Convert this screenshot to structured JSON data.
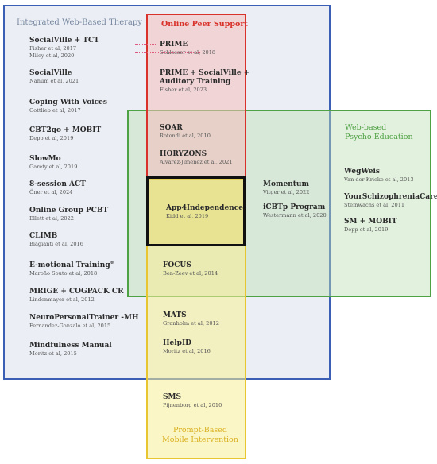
{
  "regions": {
    "blue": {
      "title": "Integrated Web-Based Therapy",
      "color": "#3a5fb5"
    },
    "red": {
      "title": "Online Peer Support",
      "color": "#d8322a"
    },
    "green": {
      "title_line1": "Web-based",
      "title_line2": "Psycho-Education",
      "color": "#4ea243"
    },
    "yellow": {
      "title_line1": "Prompt-Based",
      "title_line2": "Mobile Intervention",
      "color": "#e8c632"
    },
    "overlap": {
      "color": "#111111"
    }
  },
  "items": {
    "socialville_tct": {
      "name": "SocialVille + TCT",
      "cite1": "Fisher et al, 2017",
      "cite2": "Miley et al, 2020"
    },
    "socialville": {
      "name": "SocialVille",
      "cite1": "Nahum et al, 2021"
    },
    "coping": {
      "name": "Coping With Voices",
      "cite1": "Gottlieb et al, 2017"
    },
    "cbt2go": {
      "name": "CBT2go + MOBIT",
      "cite1": "Depp et al, 2019"
    },
    "slowmo": {
      "name": "SlowMo",
      "cite1": "Garety et al, 2019"
    },
    "session_act": {
      "name": "8-session ACT",
      "cite1": "Öner et al, 2024"
    },
    "online_pcbt": {
      "name": "Online Group PCBT",
      "cite1": "Ellett et al, 2022"
    },
    "climb": {
      "name": "CLIMB",
      "cite1": "Biagianti et al, 2016"
    },
    "emotional": {
      "name": "E-motional Training",
      "sup": "®",
      "cite1": "Maroño Souto et al, 2018"
    },
    "mrige": {
      "name": "MRIGE + COGPACK CR",
      "cite1": "Lindenmayer et al, 2012"
    },
    "neuro": {
      "name": "NeuroPersonalTrainer -MH",
      "cite1": "Fernandez-Gonzalo et al, 2015"
    },
    "mindfulness": {
      "name": "Mindfulness Manual",
      "cite1": "Moritz et al, 2015"
    },
    "prime": {
      "name": "PRIME",
      "cite1": "Schlosser et al, 2018"
    },
    "prime_sv": {
      "name_line1": "PRIME + SocialVille +",
      "name_line2": "Auditory Training",
      "cite1": "Fisher et al, 2023"
    },
    "soar": {
      "name": "SOAR",
      "cite1": "Rotondi et al, 2010"
    },
    "horyzons": {
      "name": "HORYZONS",
      "cite1": "Alvarez-Jimenez et al, 2021"
    },
    "app4": {
      "name": "App4Independence",
      "cite1": "Kidd et al, 2019"
    },
    "momentum": {
      "name": "Momentum",
      "cite1": "Vitger et al, 2022"
    },
    "icbtp": {
      "name": "iCBTp Program",
      "cite1": "Westermann et al, 2020"
    },
    "wegweis": {
      "name": "WegWeis",
      "cite1": "Van der Krieke et al, 2013"
    },
    "yoursc": {
      "name": "YourSchizophreniaCare",
      "cite1": "Steinwachs et al, 2011"
    },
    "sm_mobit": {
      "name": "SM + MOBIT",
      "cite1": "Depp et al, 2019"
    },
    "focus": {
      "name": "FOCUS",
      "cite1": "Ben-Zeev et al, 2014"
    },
    "mats": {
      "name": "MATS",
      "cite1": "Granholm et al, 2012"
    },
    "helpid": {
      "name": "HelpID",
      "cite1": "Moritz et al, 2016"
    },
    "sms": {
      "name": "SMS",
      "cite1": "Pijnenborg et al, 2010"
    }
  }
}
